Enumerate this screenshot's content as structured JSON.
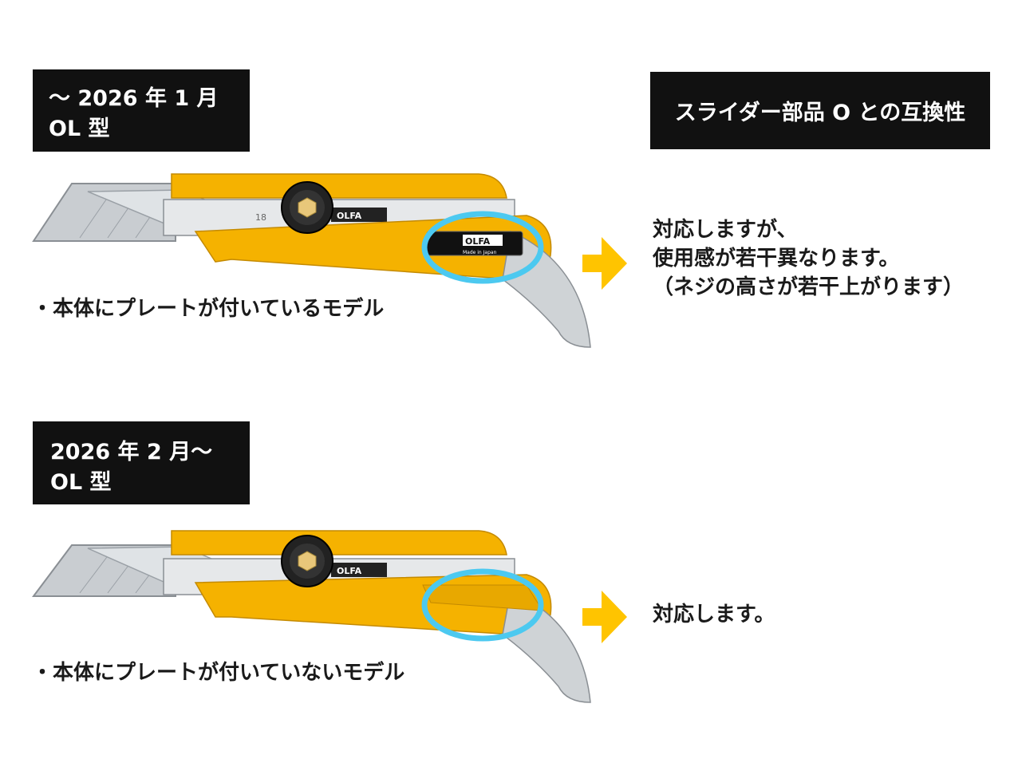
{
  "old_model": {
    "label_line1": "～ 2026 年 1 月",
    "label_line2": "OL 型",
    "caption": "・本体にプレートが付いているモデル",
    "plate_brand": "OLFA",
    "plate_origin": "Made in Japan",
    "answer_lines": [
      "対応しますが、",
      "使用感が若干異なります。",
      "（ネジの高さが若干上がります）"
    ]
  },
  "new_model": {
    "label_line1": "2026 年 2 月～",
    "label_line2": "OL 型",
    "caption": "・本体にプレートが付いていないモデル",
    "answer": "対応します。"
  },
  "compat_header": "スライダー部品 O との互換性",
  "knife": {
    "blade_brand": "OLFA",
    "blade_mark": "18"
  },
  "colors": {
    "handle_yellow": "#f5b200",
    "highlight_circle": "#4cc9f0",
    "arrow_yellow": "#ffc400",
    "label_bg": "#111111"
  },
  "icons": [
    "arrow-right-icon",
    "highlight-circle"
  ]
}
